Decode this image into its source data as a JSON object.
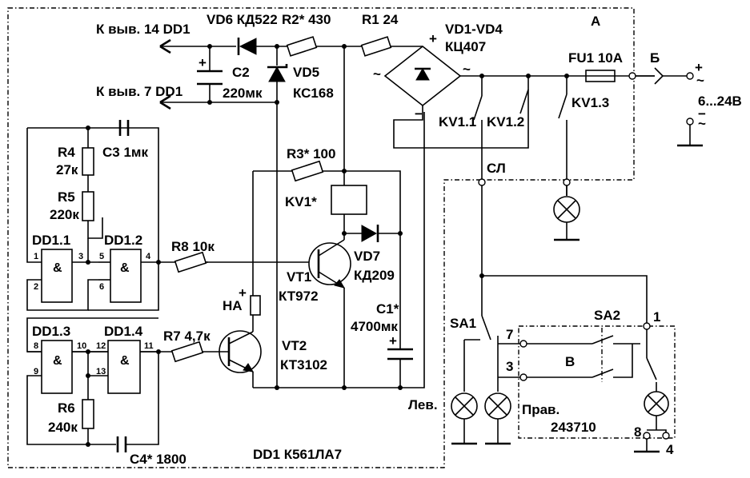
{
  "diagram": {
    "labels": {
      "block_a": "А",
      "block_b": "Б",
      "block_v": "В",
      "to_pin14": "К выв. 14 DD1",
      "to_pin7": "К выв. 7 DD1",
      "vd6": "VD6 КД522",
      "r2": "R2* 430",
      "r1": "R1 24",
      "vd1_vd4": "VD1-VD4",
      "kc407": "КЦ407",
      "fu1": "FU1 10А",
      "supply_voltage": "6...24В",
      "plus_out": "+",
      "tilde_out": "~",
      "minus_out": "−",
      "tilde_gnd": "~",
      "c2": "C2",
      "c2_val": "220мк",
      "vd5": "VD5",
      "vd5_val": "КС168",
      "r4": "R4",
      "r4_val": "27к",
      "c3": "C3 1мк",
      "r5": "R5",
      "r5_val": "220к",
      "dd1_1": "DD1.1",
      "dd1_2": "DD1.2",
      "dd1_3": "DD1.3",
      "dd1_4": "DD1.4",
      "r8": "R8 10к",
      "r3": "R3* 100",
      "kv1": "KV1*",
      "kv1_1": "KV1.1",
      "kv1_2": "KV1.2",
      "kv1_3": "KV1.3",
      "sl": "СЛ",
      "vd7": "VD7",
      "vd7_val": "КД209",
      "vt1": "VT1",
      "vt1_val": "КТ972",
      "ha1": "HA",
      "c1": "C1*",
      "c1_val": "4700мк",
      "r7": "R7 4,7к",
      "vt2": "VT2",
      "vt2_val": "КТ3102",
      "r6": "R6",
      "r6_val": "240к",
      "c4": "C4* 1800",
      "dd1_chip": "DD1 К561ЛА7",
      "sa1": "SA1",
      "sa2": "SA2",
      "left": "Лев.",
      "right": "Прав.",
      "relay_part": "243710",
      "and_symbol": "&",
      "plus": "+",
      "minus": "−",
      "tilde": "~",
      "pin_1": "1",
      "pin_2": "2",
      "pin_3": "3",
      "pin_4": "4",
      "pin_5": "5",
      "pin_6": "6",
      "pin_8": "8",
      "pin_9": "9",
      "pin_10": "10",
      "pin_11": "11",
      "pin_12": "12",
      "pin_13": "13",
      "term_1": "1",
      "term_3": "3",
      "term_4": "4",
      "term_7": "7",
      "term_8": "8"
    }
  }
}
